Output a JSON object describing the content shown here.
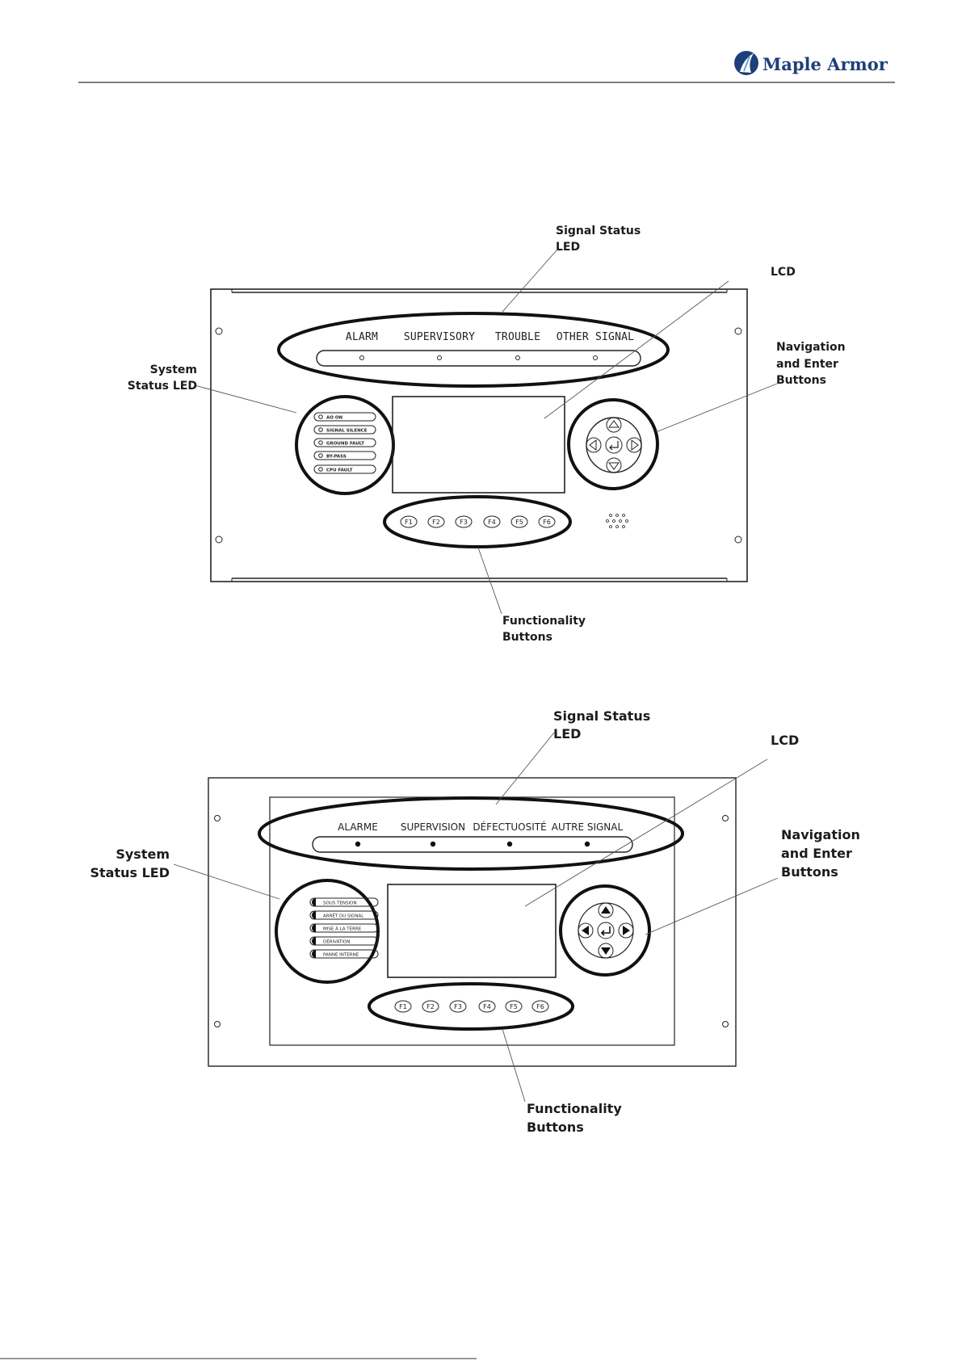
{
  "header": {
    "brand_name": "Maple Armor",
    "brand_color": "#1f3f7a"
  },
  "panel_en": {
    "signal_labels": [
      "ALARM",
      "SUPERVISORY",
      "TROUBLE",
      "OTHER SIGNAL"
    ],
    "system_labels": [
      "AO ON",
      "SIGNAL SILENCE",
      "GROUND FAULT",
      "BY-PASS",
      "CPU FAULT"
    ],
    "function_keys": [
      "F1",
      "F2",
      "F3",
      "F4",
      "F5",
      "F6"
    ],
    "callouts": {
      "signal_status_1": "Signal Status",
      "signal_status_2": "LED",
      "lcd": "LCD",
      "nav_1": "Navigation",
      "nav_2": "and Enter",
      "nav_3": "Buttons",
      "system_1": "System",
      "system_2": "Status LED",
      "func_1": "Functionality",
      "func_2": "Buttons"
    }
  },
  "panel_fr": {
    "signal_labels": [
      "ALARME",
      "SUPERVISION",
      "DÉFECTUOSITÉ",
      "AUTRE SIGNAL"
    ],
    "system_labels": [
      "SOUS TENSION",
      "ARRÊT DU SIGNAL",
      "MISE À LA TERRE",
      "DÉRIVATION",
      "PANNE INTERNE"
    ],
    "function_keys": [
      "F1",
      "F2",
      "F3",
      "F4",
      "F5",
      "F6"
    ],
    "callouts": {
      "signal_status_1": "Signal Status",
      "signal_status_2": "LED",
      "lcd": "LCD",
      "nav_1": "Navigation",
      "nav_2": "and Enter",
      "nav_3": "Buttons",
      "system_1": "System",
      "system_2": "Status LED",
      "func_1": "Functionality",
      "func_2": "Buttons"
    }
  },
  "icons": {
    "logo": "maple-armor-logo-icon",
    "enter": "enter-arrow-icon",
    "speaker": "speaker-grille-icon"
  }
}
